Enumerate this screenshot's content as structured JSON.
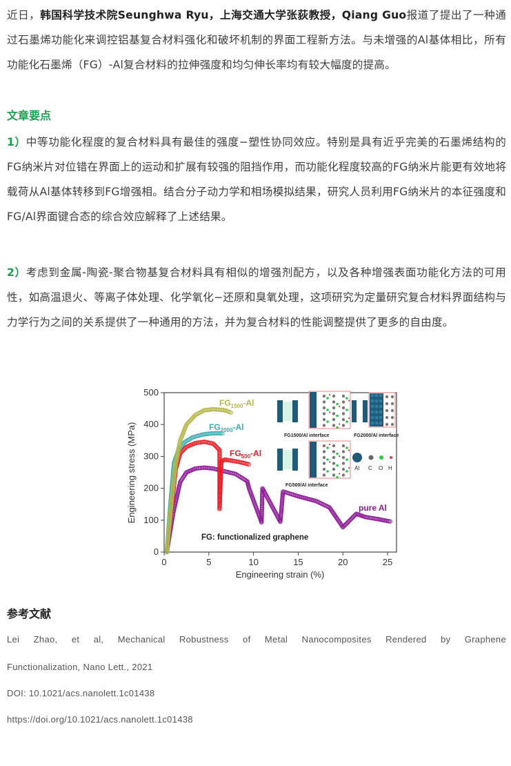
{
  "article": {
    "intro": {
      "prefix": "近日，",
      "bold1": "韩国科学技术院Seunghwa Ryu，上海交通大学张荻教授，Qiang Guo",
      "rest": "报道了提出了一种通过石墨烯功能化来调控铝基复合材料强化和破坏机制的界面工程新方法。与未增强的Al基体相比，所有功能化石墨烯（FG）-Al复合材料的拉伸强度和均匀伸长率均有较大幅度的提高。"
    },
    "section_title": "文章要点",
    "points": [
      {
        "marker": "1）",
        "text": "中等功能化程度的复合材料具有最佳的强度−塑性协同效应。特别是具有近乎完美的石墨烯结构的FG纳米片对位错在界面上的运动和扩展有较强的阻挡作用，而功能化程度较高的FG纳米片能更有效地将载荷从Al基体转移到FG增强相。结合分子动力学和相场模拟结果，研究人员利用FG纳米片的本征强度和FG/Al界面键合态的综合效应解释了上述结果。"
      },
      {
        "marker": "2）",
        "text": "考虑到金属-陶瓷-聚合物基复合材料具有相似的增强剂配方，以及各种增强表面功能化方法的可用性，如高温退火、等离子体处理、化学氧化−还原和臭氧处理，这项研究为定量研究复合材料界面结构与力学行为之间的关系提供了一种通用的方法，并为复合材料的性能调整提供了更多的自由度。"
      }
    ],
    "references_title": "参考文献",
    "references": {
      "citation_line1": "Lei Zhao, et al, Mechanical Robustness of Metal Nanocomposites Rendered by Graphene",
      "citation_line2": "Functionalization, Nano Lett., 2021",
      "doi": "DOI: 10.1021/acs.nanolett.1c01438",
      "url": "https://doi.org/10.1021/acs.nanolett.1c01438"
    }
  },
  "colors": {
    "accent_green": "#1aa251",
    "fg1500": "#b5b84a",
    "fg2000": "#3aaeb0",
    "fg500": "#ee1c24",
    "pure_al": "#8e1a96"
  },
  "chart_data": {
    "type": "scatter",
    "xlabel": "Engineering strain (%)",
    "ylabel": "Engineering stress (MPa)",
    "xlim": [
      0,
      26
    ],
    "ylim": [
      0,
      500
    ],
    "xticks": [
      "0",
      "5",
      "10",
      "15",
      "20",
      "25"
    ],
    "yticks": [
      "0",
      "100",
      "200",
      "300",
      "400",
      "500"
    ],
    "grid": false,
    "annotation": "FG: functionalized graphene",
    "series": [
      {
        "name": "FG1500-Al",
        "label_main": "FG",
        "label_sub": "1500",
        "label_suffix": "-Al",
        "x": [
          0.3,
          0.8,
          1.3,
          1.8,
          2.5,
          3.5,
          4.5,
          5.5,
          6.5,
          7.0,
          7.5
        ],
        "y": [
          0,
          150,
          280,
          350,
          400,
          430,
          445,
          448,
          446,
          443,
          437
        ]
      },
      {
        "name": "FG2000-Al",
        "label_main": "FG",
        "label_sub": "2000",
        "label_suffix": "-Al",
        "x": [
          0.3,
          0.7,
          1.1,
          1.6,
          2.3,
          3.2,
          4.2,
          5.2,
          6.0,
          6.5
        ],
        "y": [
          0,
          150,
          280,
          320,
          345,
          360,
          368,
          372,
          373,
          372
        ]
      },
      {
        "name": "FG500-Al",
        "label_main": "FG",
        "label_sub": "500",
        "label_suffix": "-Al",
        "x": [
          0.3,
          0.8,
          1.3,
          1.8,
          2.5,
          3.5,
          4.5,
          5.5,
          6.2,
          6.2,
          6.4,
          6.8,
          7.5,
          8.5,
          9.5
        ],
        "y": [
          0,
          130,
          260,
          310,
          330,
          342,
          346,
          340,
          320,
          135,
          285,
          290,
          287,
          282,
          275
        ]
      },
      {
        "name": "pure Al",
        "label_main": "pure Al",
        "x": [
          0.3,
          1.0,
          1.8,
          2.5,
          3.5,
          4.5,
          5.5,
          6.5,
          8.0,
          9.3,
          9.5,
          10.9,
          11.0,
          13.0,
          13.3,
          15.0,
          17.0,
          18.5,
          20.0,
          21.5,
          22.5,
          24.0,
          25.3
        ],
        "y": [
          0,
          120,
          220,
          250,
          262,
          265,
          262,
          255,
          245,
          222,
          200,
          93,
          200,
          95,
          190,
          175,
          160,
          140,
          78,
          120,
          110,
          103,
          96
        ]
      }
    ],
    "inset_labels": [
      "FG1500/Al interface",
      "FG2000/Al interface",
      "FG500/Al interface"
    ],
    "inset_legend": [
      "Al",
      "C",
      "O",
      "H"
    ]
  }
}
